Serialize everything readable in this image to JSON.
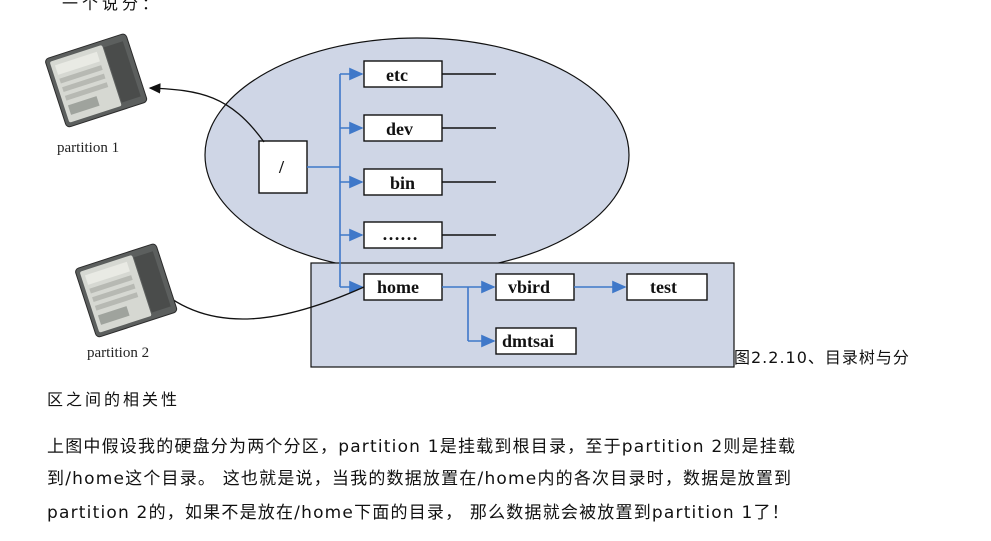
{
  "header_fragment": "一个说分：",
  "diagram": {
    "root_label": "/",
    "dirs": [
      "etc",
      "dev",
      "bin",
      "……"
    ],
    "home": "home",
    "home_children": [
      "vbird",
      "dmtsai"
    ],
    "vbird_child": "test",
    "partition1": "partition 1",
    "partition2": "partition 2"
  },
  "caption": {
    "line1": "图2.2.10、目录树与分",
    "line2": "区之间的相关性"
  },
  "paragraph": {
    "line1": "上图中假设我的硬盘分为两个分区，partition 1是挂载到根目录，至于partition 2则是挂载",
    "line2": "到/home这个目录。 这也就是说，当我的数据放置在/home内的各次目录时，数据是放置到",
    "line3": "partition 2的，如果不是放在/home下面的目录， 那么数据就会被放置到partition 1了！"
  },
  "colors": {
    "ellipse_fill": "#cfd6e6",
    "home_box_fill": "#cfd6e6",
    "arrow_blue": "#3f78c9",
    "stroke": "#111111"
  }
}
